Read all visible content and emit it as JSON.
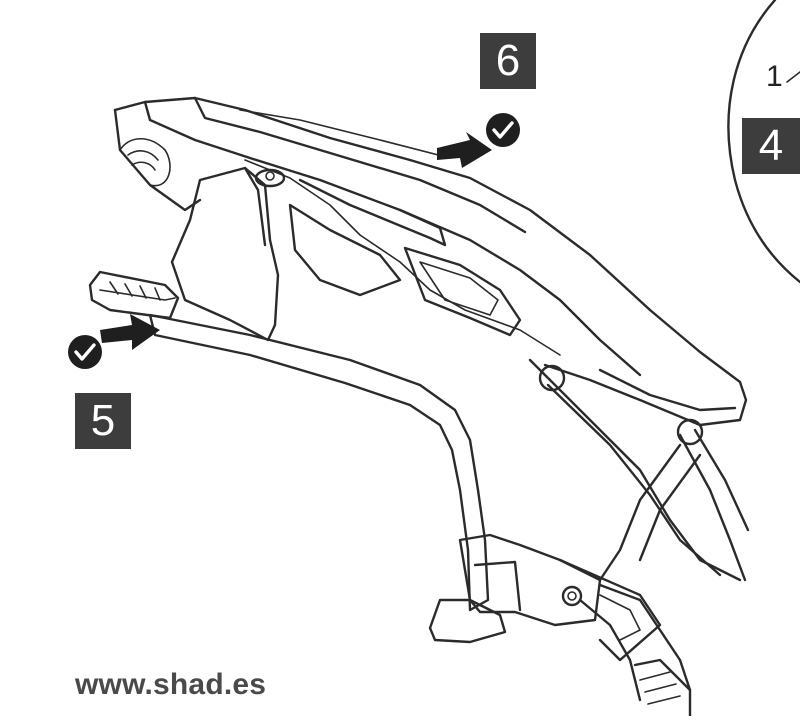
{
  "steps": {
    "step_6": "6",
    "step_5": "5",
    "step_4": "4"
  },
  "detail": {
    "label_1": "1"
  },
  "footer": {
    "website": "www.shad.es"
  },
  "colors": {
    "step_box": "#3d3d3d",
    "line": "#2b2b2b",
    "bracket_fill": "#bfbfbf",
    "check_fill": "#1f1f1f"
  },
  "icons": {
    "check": "check-circle-icon",
    "arrow": "push-arrow-icon"
  }
}
